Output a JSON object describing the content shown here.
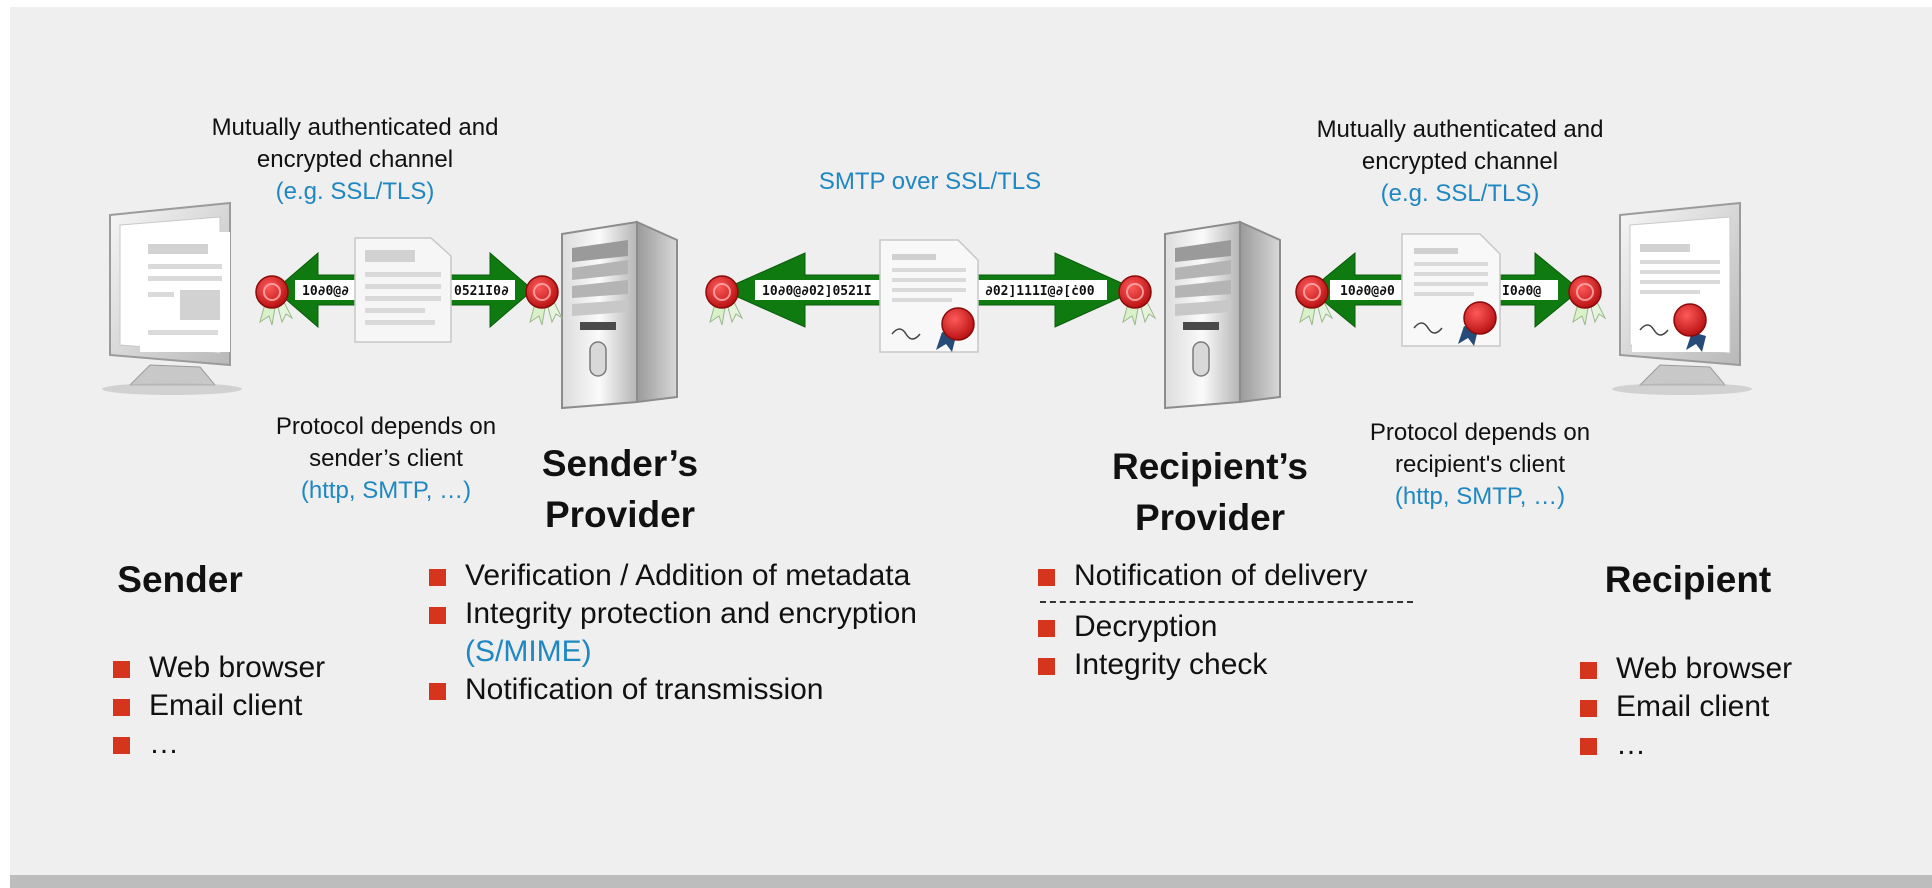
{
  "colors": {
    "background": "#efefef",
    "accent_blue": "#1f87c1",
    "bullet_red": "#d4351c",
    "arrow_green": "#0f7a0f"
  },
  "top_left_note": {
    "line1": "Mutually authenticated and",
    "line2": "encrypted channel",
    "line3": "(e.g. SSL/TLS)"
  },
  "top_center_note": "SMTP over SSL/TLS",
  "top_right_note": {
    "line1": "Mutually authenticated and",
    "line2": "encrypted channel",
    "line3": "(e.g. SSL/TLS)"
  },
  "mid_left_note": {
    "line1": "Protocol depends on",
    "line2": "sender’s client",
    "line3": "(http, SMTP, …)"
  },
  "mid_right_note": {
    "line1": "Protocol depends on",
    "line2": "recipient's client",
    "line3": "(http, SMTP, …)"
  },
  "binary": {
    "left_a": "10∂0@∂",
    "left_b": "0521I0∂",
    "center_a": "10∂0@∂02]0521I",
    "center_b": "∂02]111I@∂[ċ00",
    "right_a": "10∂0@∂0",
    "right_b": "I0∂0@"
  },
  "sender": {
    "title": "Sender",
    "items": [
      "Web browser",
      "Email client",
      "…"
    ]
  },
  "senders_provider": {
    "title_line1": "Sender’s",
    "title_line2": "Provider",
    "items": [
      "Verification / Addition of metadata",
      "Integrity protection and encryption",
      "(S/MIME)",
      "Notification of transmission"
    ]
  },
  "recipients_provider": {
    "title_line1": "Recipient’s",
    "title_line2": "Provider",
    "items": [
      "Notification of delivery",
      "Decryption",
      "Integrity check"
    ]
  },
  "recipient": {
    "title": "Recipient",
    "items": [
      "Web browser",
      "Email client",
      "…"
    ]
  },
  "icons": [
    "computer-monitor-icon",
    "server-tower-icon",
    "wax-seal-icon",
    "document-icon",
    "signed-certificate-icon",
    "person-icon",
    "double-arrow-icon"
  ]
}
